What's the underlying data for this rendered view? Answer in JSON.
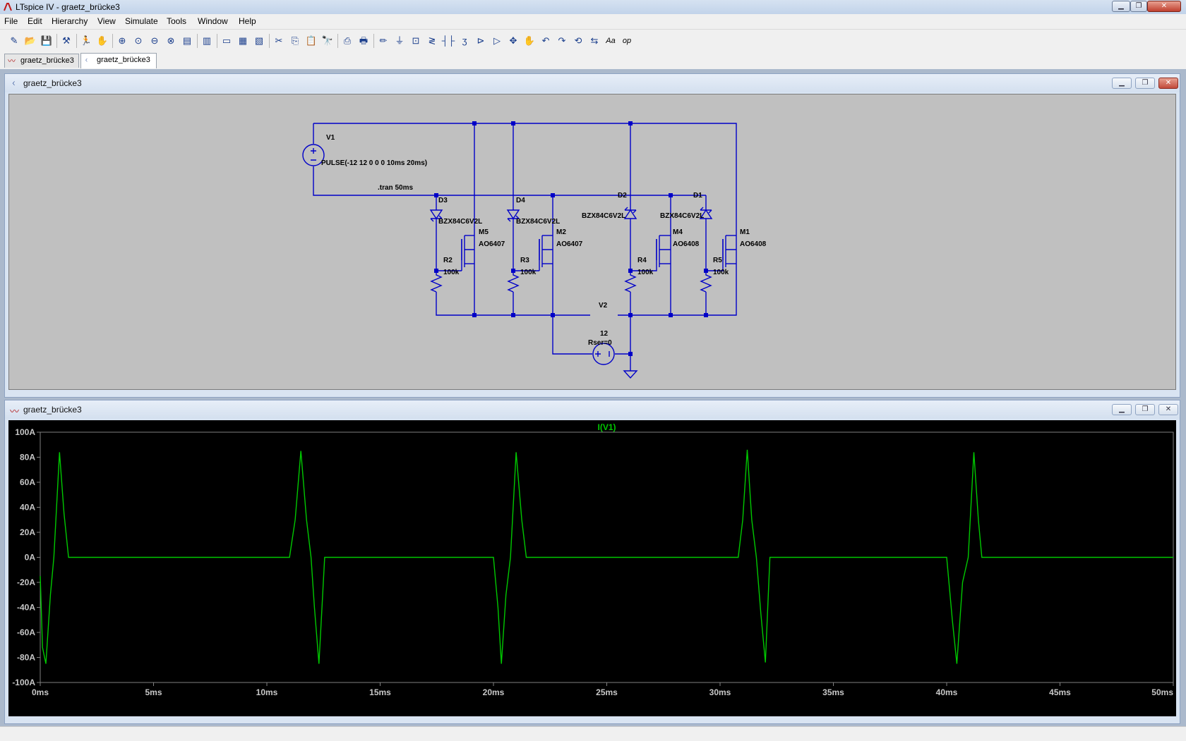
{
  "app": {
    "title": "LTspice IV - graetz_brücke3",
    "minimize": "▁",
    "maximize": "❐",
    "close": "✕"
  },
  "menu": [
    "File",
    "Edit",
    "Hierarchy",
    "View",
    "Simulate",
    "Tools",
    "Window",
    "Help"
  ],
  "toolbar": {
    "icons": [
      "new-schematic-icon",
      "open-icon",
      "save-icon",
      "control-panel-icon",
      "run-icon",
      "halt-icon",
      "zoom-in-icon",
      "zoom-pan-icon",
      "zoom-out-icon",
      "zoom-fit-icon",
      "autorange-icon",
      "voltage-probe-icon",
      "tile-horizontal-icon",
      "cascade-icon",
      "close-all-icon",
      "cut-icon",
      "copy-icon",
      "paste-icon",
      "find-icon",
      "print-preview-icon",
      "print-icon",
      "wire-icon",
      "ground-icon",
      "label-net-icon",
      "resistor-icon",
      "capacitor-icon",
      "inductor-icon",
      "diode-icon",
      "component-icon",
      "move-icon",
      "drag-icon",
      "undo-icon",
      "redo-icon",
      "rotate-icon",
      "mirror-icon",
      "text-icon",
      "spice-directive-icon"
    ],
    "glyphs": [
      "✎",
      "📂",
      "💾",
      "⚒",
      "🏃",
      "✋",
      "⊕",
      "⊙",
      "⊖",
      "⊗",
      "▤",
      "▥",
      "▭",
      "▦",
      "▧",
      "✂",
      "⎘",
      "📋",
      "🔭",
      "⎙",
      "🖶",
      "✏",
      "⏚",
      "⊡",
      "≷",
      "┤├",
      "ʒ",
      "⊳",
      "▷",
      "✥",
      "✋",
      "↶",
      "↷",
      "⟲",
      "⇆",
      "Aa",
      "op"
    ],
    "label_text": "Aa",
    "directive_text": ".op"
  },
  "tabs": [
    {
      "label": "graetz_brücke3",
      "type": "waveform",
      "active": false
    },
    {
      "label": "graetz_brücke3",
      "type": "schematic",
      "active": true
    }
  ],
  "schematic_window": {
    "title": "graetz_brücke3",
    "labels": {
      "v1_name": "V1",
      "v1_value": "PULSE(-12 12 0 0 0 10ms 20ms)",
      "tran": ".tran 50ms",
      "d3": "D3",
      "d3_model": "BZX84C6V2L",
      "d4": "D4",
      "d4_model": "BZX84C6V2L",
      "d2": "D2",
      "d2_model": "BZX84C6V2L",
      "d1": "D1",
      "d1_model": "BZX84C6V2L",
      "m5": "M5",
      "m5_model": "AO6407",
      "m2": "M2",
      "m2_model": "AO6407",
      "m4": "M4",
      "m4_model": "AO6408",
      "m1": "M1",
      "m1_model": "AO6408",
      "r2": "R2",
      "r2_val": "100k",
      "r3": "R3",
      "r3_val": "100k",
      "r4": "R4",
      "r4_val": "100k",
      "r5": "R5",
      "r5_val": "100k",
      "v2_name": "V2",
      "v2_value": "12",
      "v2_rser": "Rser=0"
    },
    "colors": {
      "wire": "#0000c8",
      "background": "#c0c0c0"
    }
  },
  "waveform_window": {
    "title": "graetz_brücke3",
    "colors": {
      "trace": "#00c800",
      "background": "#000000",
      "grid": "#808080",
      "axis_text": "#c8c8c8"
    }
  },
  "chart_data": {
    "type": "line",
    "title": "I(V1)",
    "xlabel": "",
    "ylabel": "",
    "xlim": [
      0,
      50
    ],
    "ylim": [
      -100,
      100
    ],
    "x_ticks": [
      "0ms",
      "5ms",
      "10ms",
      "15ms",
      "20ms",
      "25ms",
      "30ms",
      "35ms",
      "40ms",
      "45ms",
      "50ms"
    ],
    "y_ticks": [
      "100A",
      "80A",
      "60A",
      "40A",
      "20A",
      "0A",
      "-20A",
      "-40A",
      "-60A",
      "-80A",
      "-100A"
    ],
    "grid": false,
    "series": [
      {
        "name": "I(V1)",
        "x_unit": "ms",
        "y_unit": "A",
        "x": [
          0,
          0.1,
          0.25,
          0.45,
          0.6,
          0.85,
          1.05,
          1.25,
          1.5,
          11.0,
          11.25,
          11.5,
          11.75,
          11.95,
          12.1,
          12.3,
          12.55,
          20.0,
          20.2,
          20.35,
          20.55,
          20.75,
          21.0,
          21.25,
          21.45,
          30.8,
          31.0,
          31.2,
          31.4,
          31.6,
          31.8,
          32.0,
          32.2,
          40.0,
          40.25,
          40.45,
          40.7,
          40.95,
          41.2,
          41.4,
          41.55,
          50.0
        ],
        "y": [
          -15,
          -72,
          -85,
          -30,
          0,
          84,
          35,
          0,
          0,
          0,
          30,
          85,
          30,
          0,
          -40,
          -85,
          0,
          0,
          -40,
          -85,
          -30,
          0,
          84,
          30,
          0,
          0,
          30,
          86,
          30,
          0,
          -45,
          -84,
          0,
          0,
          -50,
          -85,
          -20,
          0,
          84,
          30,
          0,
          0
        ]
      }
    ]
  }
}
